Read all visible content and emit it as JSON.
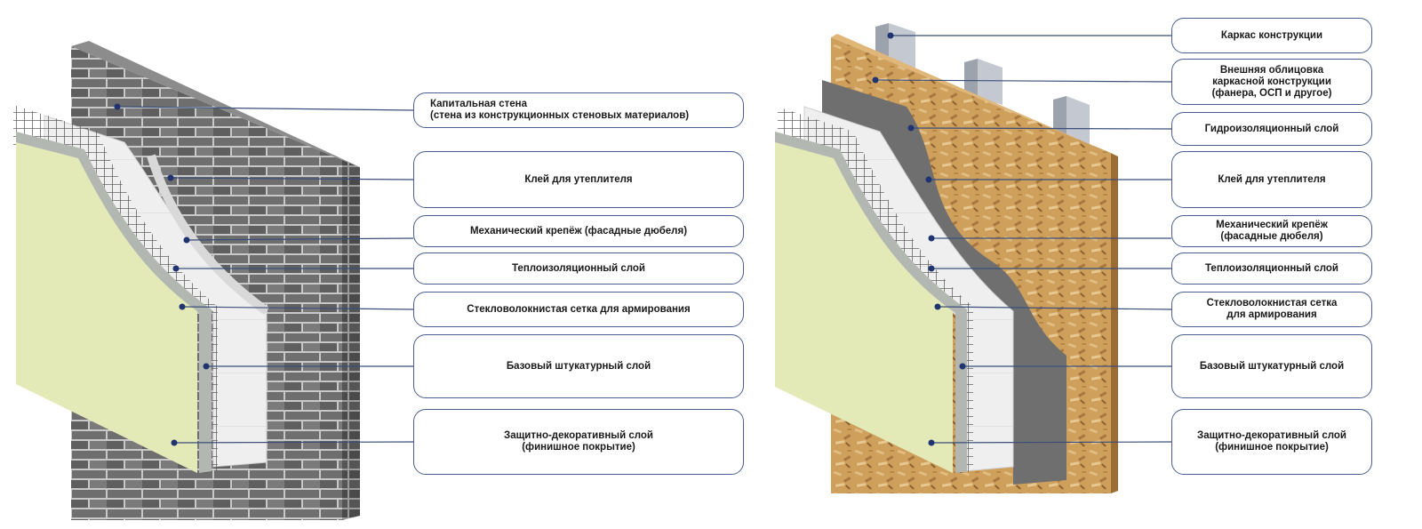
{
  "left_panel": {
    "labels": [
      {
        "id": "capital-wall-label",
        "text": "Капитальная стена\n(стена из конструкционных стеновых материалов)"
      },
      {
        "id": "insulation-glue-label",
        "text": "Клей для утеплителя"
      },
      {
        "id": "mechanical-fastener-label",
        "text": "Механический крепёж (фасадные  дюбеля)"
      },
      {
        "id": "thermal-insulation-label",
        "text": "Теплоизоляционный слой"
      },
      {
        "id": "fiberglass-mesh-label",
        "text": "Стекловолокнистая сетка для армирования"
      },
      {
        "id": "base-plaster-label",
        "text": "Базовый штукатурный слой"
      },
      {
        "id": "decorative-layer-label",
        "text": "Защитно-декоративный слой\n(финишное покрытие)"
      }
    ]
  },
  "right_panel": {
    "labels": [
      {
        "id": "frame-structure-label",
        "text": "Каркас конструкции"
      },
      {
        "id": "frame-cladding-label",
        "text": "Внешняя облицовка\nкаркасной конструкции\n(фанера, ОСП и другое)"
      },
      {
        "id": "waterproofing-label",
        "text": "Гидроизоляционный слой"
      },
      {
        "id": "insulation-glue-label",
        "text": "Клей для утеплителя"
      },
      {
        "id": "mechanical-fastener-label",
        "text": "Механический крепёж\n(фасадные  дюбеля)"
      },
      {
        "id": "thermal-insulation-label",
        "text": "Теплоизоляционный слой"
      },
      {
        "id": "fiberglass-mesh-label",
        "text": "Стекловолокнистая сетка\nдля армирования"
      },
      {
        "id": "base-plaster-label",
        "text": "Базовый штукатурный слой"
      },
      {
        "id": "decorative-layer-label",
        "text": "Защитно-декоративный слой\n(финишное покрытие)"
      }
    ]
  },
  "colors": {
    "callout_border": "#4a5f8f",
    "leader_line": "#3a4f7a",
    "brick": "#6b6b6b",
    "mortar": "#c8c8c8",
    "osb": "#c99a55",
    "waterproofing": "#6f6f6f",
    "insulation": "#eeeeee",
    "mesh": "#666666",
    "plaster": "#b9bdb6",
    "finish": "#e4e9b8"
  }
}
